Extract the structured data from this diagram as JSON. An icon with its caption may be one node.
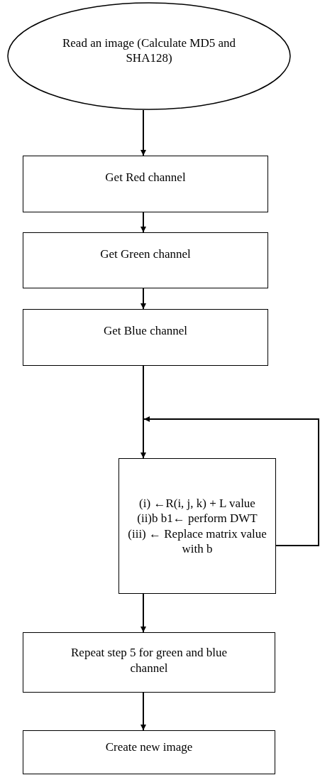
{
  "diagram": {
    "nodes": [
      {
        "text": [
          "Read an image (Calculate MD5 and SHA128)"
        ]
      },
      {
        "text": [
          "Get Red channel"
        ]
      },
      {
        "text": [
          "Get Green channel"
        ]
      },
      {
        "text": [
          "Get Blue channel"
        ]
      },
      {
        "text": [
          "(i) ←R(i, j, k) + L value",
          "(ii)b b1← perform DWT",
          "(iii) ← Replace matrix value with b"
        ]
      },
      {
        "text": [
          "Repeat step 5 for green and blue channel"
        ]
      },
      {
        "text": [
          "Create new image"
        ]
      }
    ],
    "edges": [
      {
        "from": 0,
        "to": 1,
        "arrow": "to"
      },
      {
        "from": 1,
        "to": 2,
        "arrow": "to"
      },
      {
        "from": 2,
        "to": 3,
        "arrow": "to"
      },
      {
        "from": 3,
        "to": 4,
        "arrow": "to"
      },
      {
        "from": 4,
        "to": 4,
        "arrow": "to"
      },
      {
        "from": 4,
        "to": 5,
        "arrow": "to"
      },
      {
        "from": 5,
        "to": 6,
        "arrow": "to"
      }
    ]
  }
}
